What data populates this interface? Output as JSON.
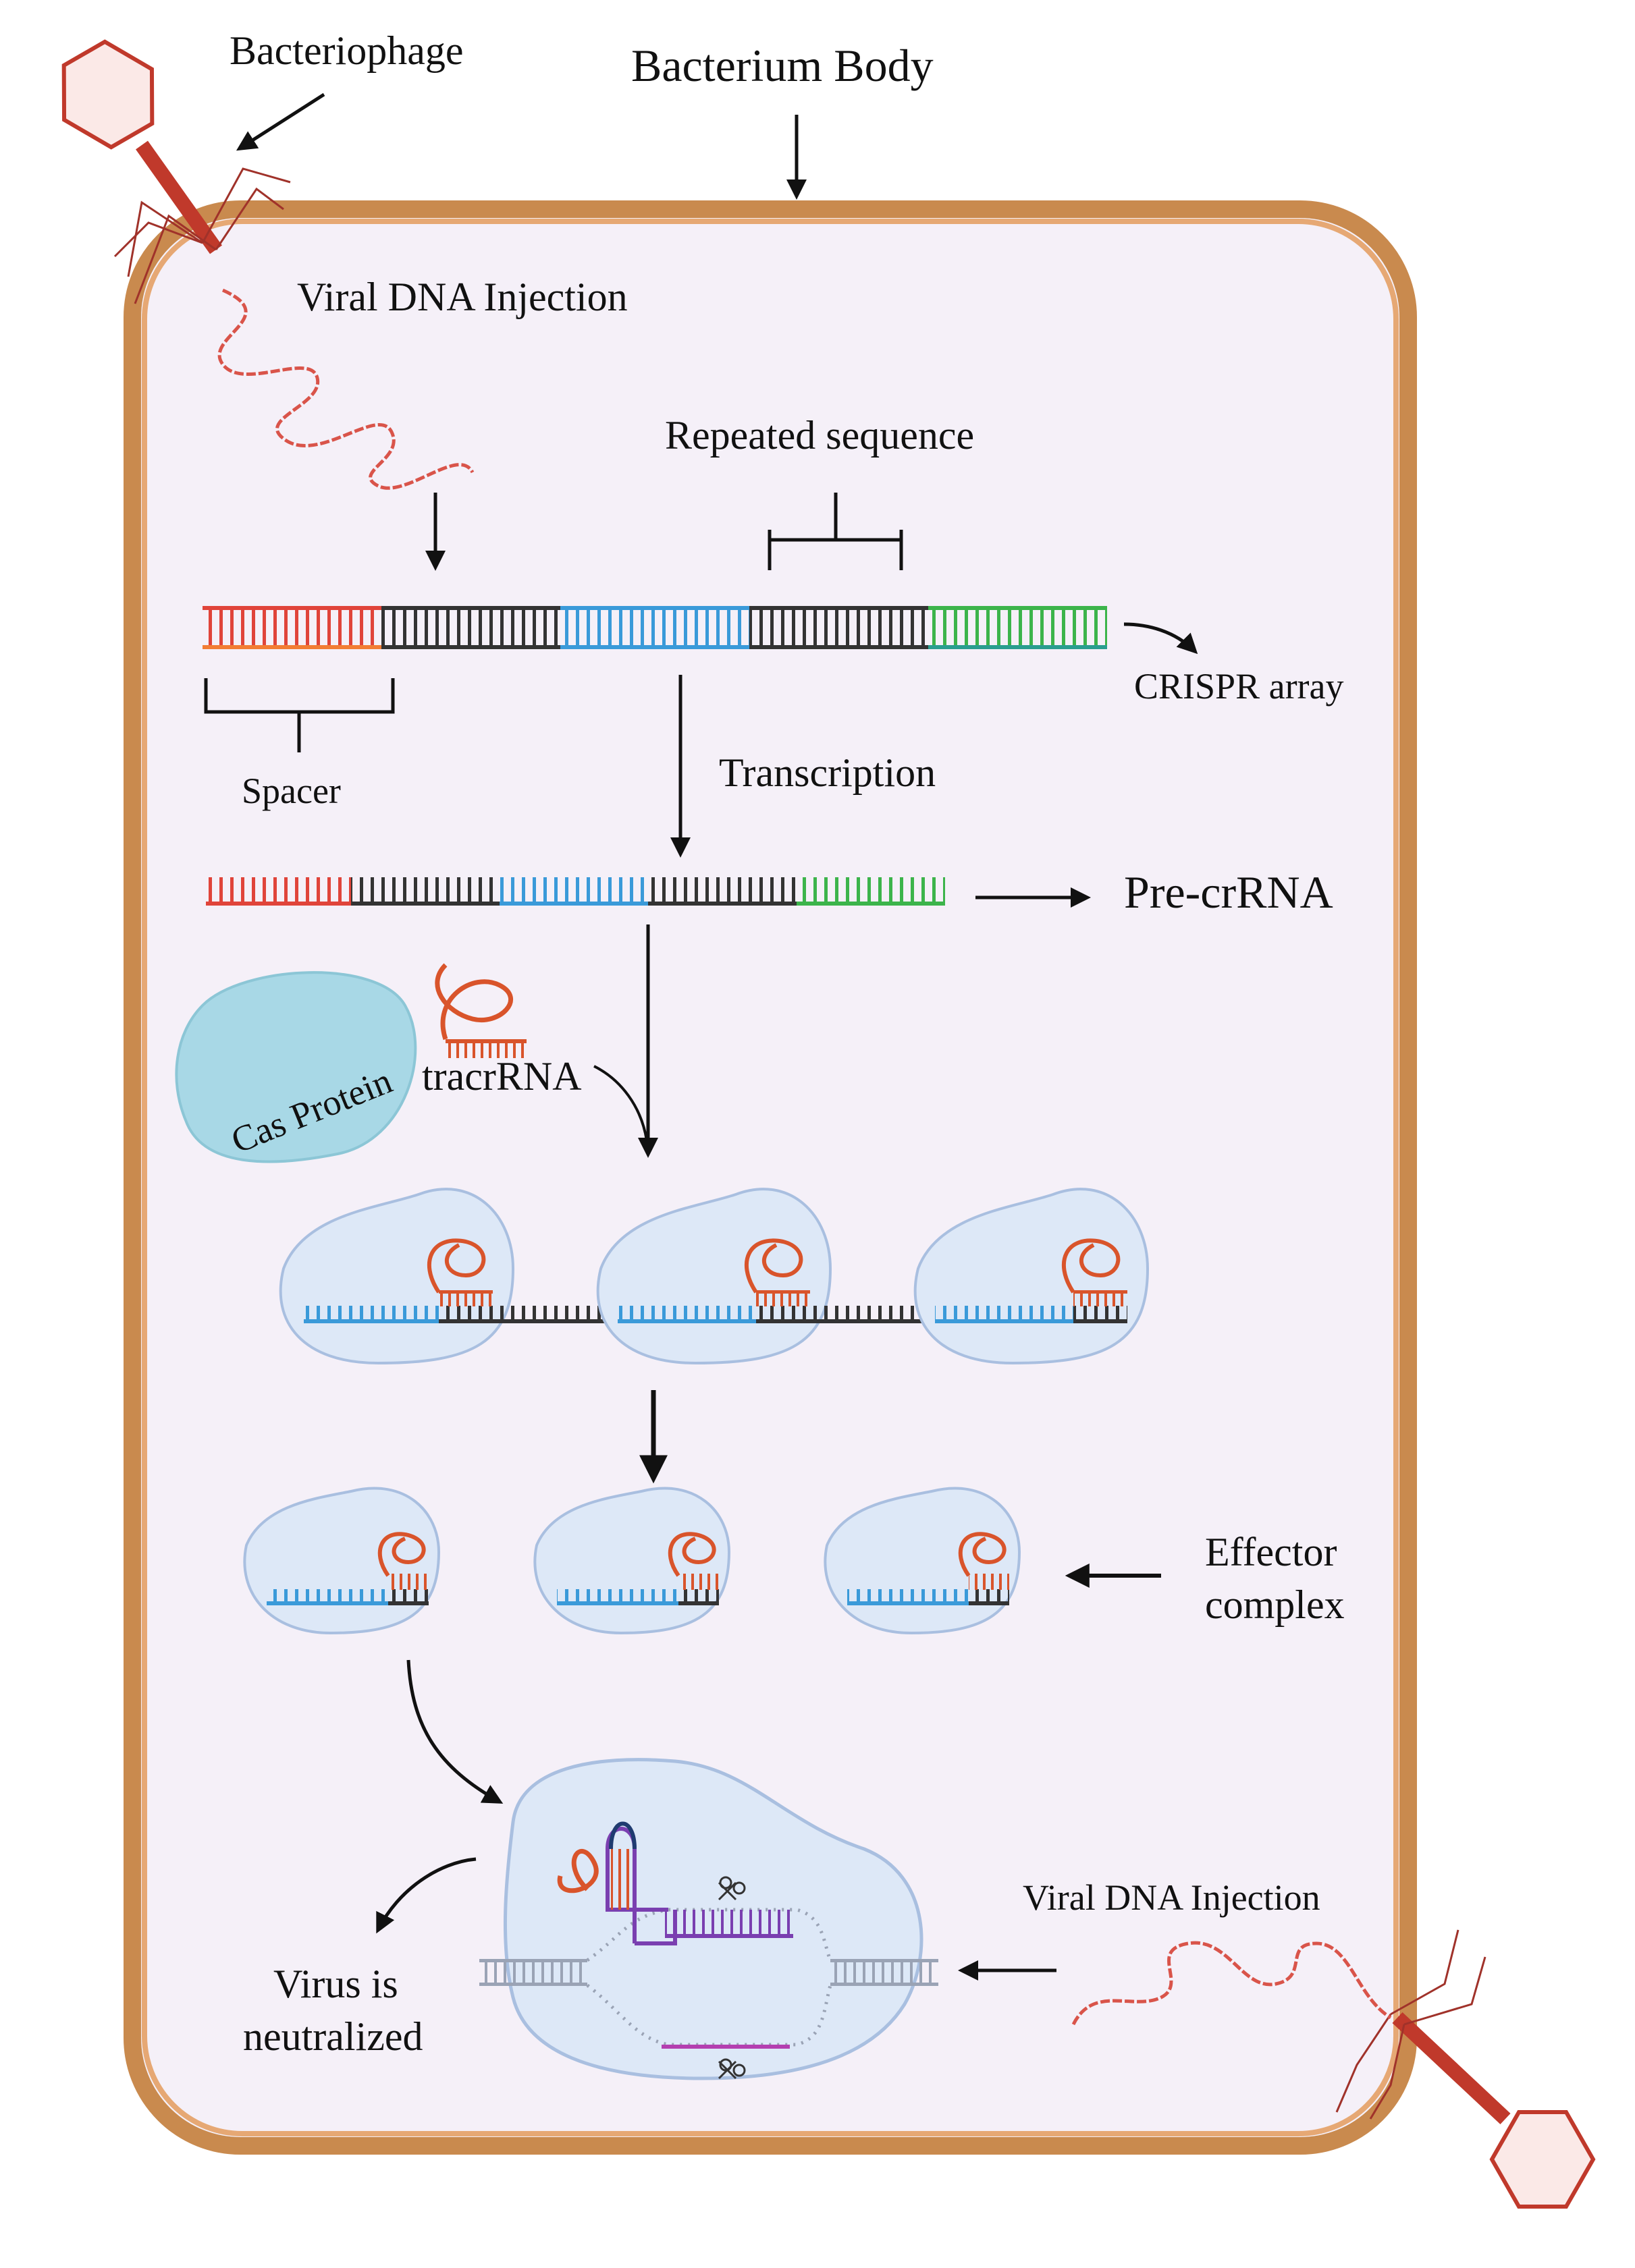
{
  "labels": {
    "bacteriophage": "Bacteriophage",
    "bacterium_body": "Bacterium Body",
    "viral_dna_injection_top": "Viral DNA Injection",
    "repeated_sequence": "Repeated sequence",
    "crispr_array": "CRISPR array",
    "spacer": "Spacer",
    "transcription": "Transcription",
    "pre_crrna": "Pre-crRNA",
    "cas_protein": "Cas Protein",
    "tracrrna": "tracrRNA",
    "effector_line1": "Effector",
    "effector_line2": "complex",
    "viral_dna_injection_bottom": "Viral DNA Injection",
    "virus_line1": "Virus is",
    "virus_line2": "neutralized"
  },
  "colors": {
    "membrane_outer": "#c98a4e",
    "membrane_inner": "#e6a874",
    "cytoplasm": "#f5f0f8",
    "phage": "#c0392b",
    "spacer_red": "#e0443a",
    "repeat_black": "#333333",
    "spacer_blue": "#3a9ad9",
    "spacer_green": "#3cb44b",
    "cas_protein": "#a8d8e6",
    "rna_orange": "#d9542b",
    "effector_fill": "#dde8f7",
    "target_purple": "#7a3fb0"
  }
}
